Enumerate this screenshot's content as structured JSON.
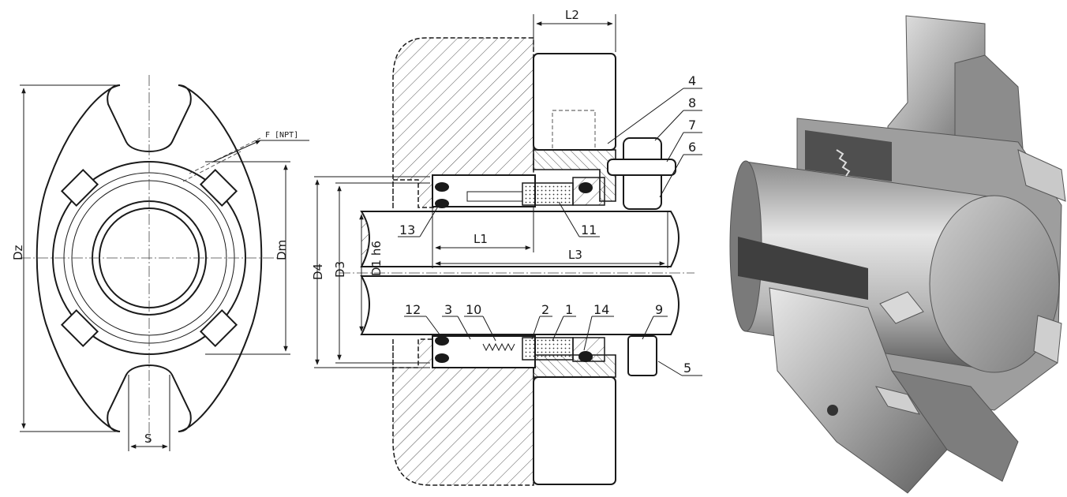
{
  "front_view": {
    "dimensions": {
      "dz": "Dz",
      "dm": "Dm",
      "s": "S",
      "f_npt": "F [NPT]"
    }
  },
  "section_view": {
    "dimensions": {
      "l1": "L1",
      "l2": "L2",
      "l3": "L3",
      "d1": "D1 h6",
      "d3": "D3",
      "d4": "D4"
    },
    "parts": [
      "1",
      "2",
      "3",
      "4",
      "5",
      "6",
      "7",
      "8",
      "9",
      "10",
      "11",
      "12",
      "13",
      "14"
    ]
  },
  "colors": {
    "line": "#1a1a1a",
    "metal_light": "#d9d9d9",
    "metal_dark": "#6e6e6e"
  },
  "icons": {
    "front": "seal-front-view-drawing",
    "section": "seal-cross-section-drawing",
    "render": "seal-3d-render"
  }
}
